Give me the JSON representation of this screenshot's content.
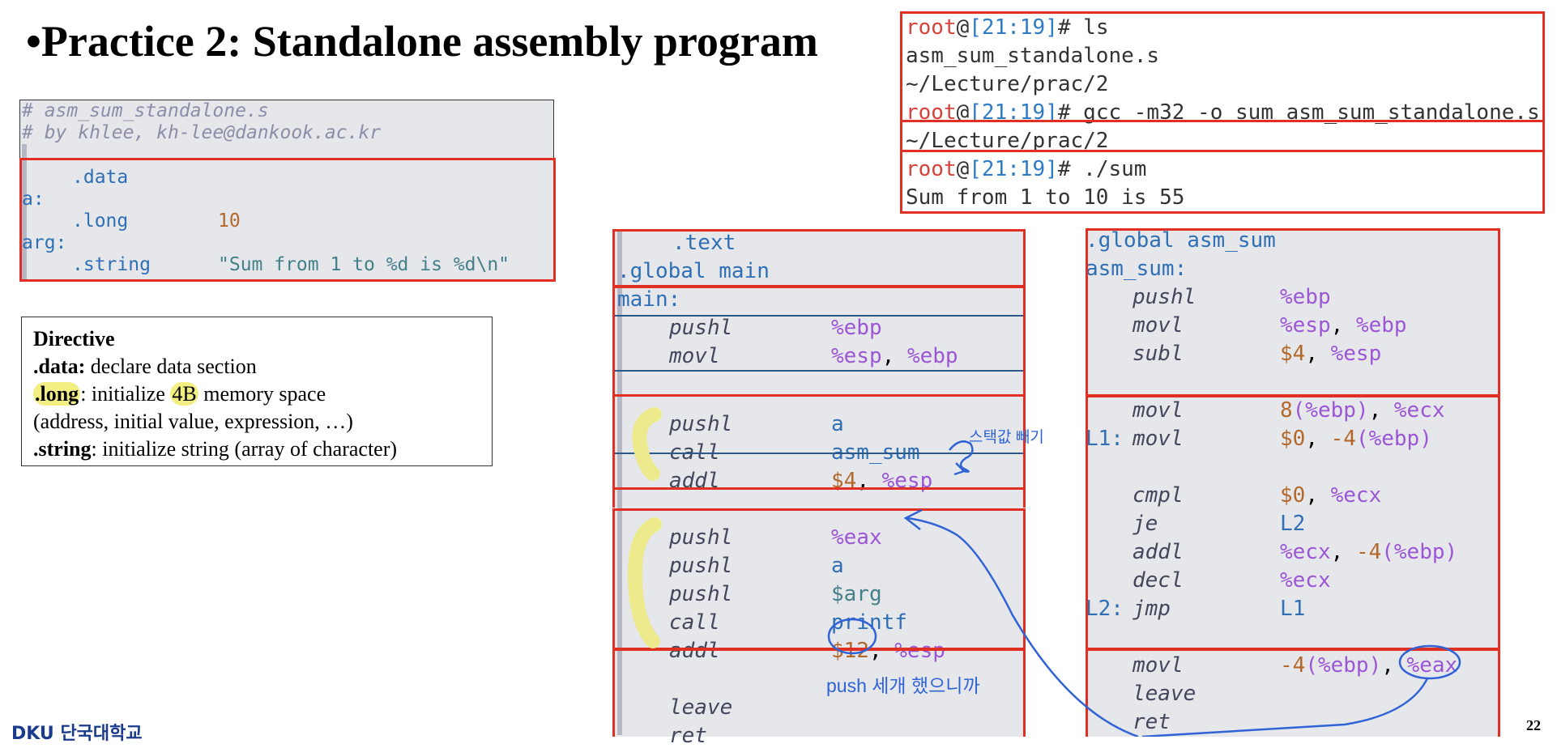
{
  "title": {
    "bullet": "•",
    "text": "Practice 2: Standalone assembly program"
  },
  "source_code": {
    "comment1": "# asm_sum_standalone.s",
    "comment2": "# by khlee, kh-lee@dankook.ac.kr",
    "data_directive": ".data",
    "label_a": "a:",
    "long_directive": ".long",
    "long_value": "10",
    "label_arg": "arg:",
    "string_directive": ".string",
    "string_value": "\"Sum from 1 to %d is %d\\n\""
  },
  "directive_box": {
    "heading": "Directive",
    "data_term": ".data:",
    "data_desc": " declare data section",
    "long_term": ".long",
    "long_desc1": ": initialize ",
    "long_hl": "4B",
    "long_desc2": " memory space",
    "long_detail": "(address, initial value, expression, …)",
    "string_term": ".string",
    "string_desc": ": initialize string (array of character)"
  },
  "terminal": {
    "user": "root",
    "at": "@",
    "time": "[21:19]",
    "prompt_end": "#",
    "cmd1": " ls",
    "out1": "asm_sum_standalone.s",
    "path1": "~/Lecture/prac/2",
    "cmd2": " gcc -m32 -o sum asm_sum_standalone.s",
    "path2": "~/Lecture/prac/2",
    "cmd3": " ./sum",
    "out3": "Sum from 1 to 10 is 55"
  },
  "main_code": {
    "text_dir": ".text",
    "global_kw": ".global",
    "global_name": "main",
    "main_label": "main:",
    "rows": [
      {
        "ins": "pushl",
        "op1": "%ebp",
        "op2": ""
      },
      {
        "ins": "movl",
        "op1": "%esp",
        "op2": "%ebp"
      },
      {
        "ins": "pushl",
        "op1": "a",
        "op2": ""
      },
      {
        "ins": "call",
        "op1": "asm_sum",
        "op2": ""
      },
      {
        "ins": "addl",
        "op1": "$4",
        "op2": "%esp"
      },
      {
        "ins": "pushl",
        "op1": "%eax",
        "op2": ""
      },
      {
        "ins": "pushl",
        "op1": "a",
        "op2": ""
      },
      {
        "ins": "pushl",
        "op1": "$arg",
        "op2": ""
      },
      {
        "ins": "call",
        "op1": "printf",
        "op2": ""
      },
      {
        "ins": "addl",
        "op1": "$12",
        "op2": "%esp"
      },
      {
        "ins": "leave",
        "op1": "",
        "op2": ""
      },
      {
        "ins": "ret",
        "op1": "",
        "op2": ""
      }
    ]
  },
  "asm_sum_code": {
    "global_kw": ".global",
    "global_name": "asm_sum",
    "label": "asm_sum:",
    "l1": "L1:",
    "l2": "L2:",
    "rows": [
      {
        "ins": "pushl",
        "ops": "%ebp"
      },
      {
        "ins": "movl",
        "ops": "%esp, %ebp"
      },
      {
        "ins": "subl",
        "ops": "$4, %esp"
      },
      {
        "ins": "movl",
        "ops": "8(%ebp), %ecx"
      },
      {
        "ins": "movl",
        "ops": "$0, -4(%ebp)"
      },
      {
        "ins": "cmpl",
        "ops": "$0, %ecx"
      },
      {
        "ins": "je",
        "ops": "L2"
      },
      {
        "ins": "addl",
        "ops": "%ecx, -4(%ebp)"
      },
      {
        "ins": "decl",
        "ops": "%ecx"
      },
      {
        "ins": "jmp",
        "ops": "L1"
      },
      {
        "ins": "movl",
        "ops": "-4(%ebp), %eax"
      },
      {
        "ins": "leave",
        "ops": ""
      },
      {
        "ins": "ret",
        "ops": ""
      }
    ]
  },
  "annotations": {
    "stack_note": "스택값 빼기",
    "push_note": "push 세개 했으니까"
  },
  "footer": {
    "logo_text": "DKU 단국대학교",
    "page_number": "22"
  },
  "colors": {
    "red_box": "#e03024",
    "hand_blue": "#2f63d6",
    "highlight": "#f2ee82"
  }
}
